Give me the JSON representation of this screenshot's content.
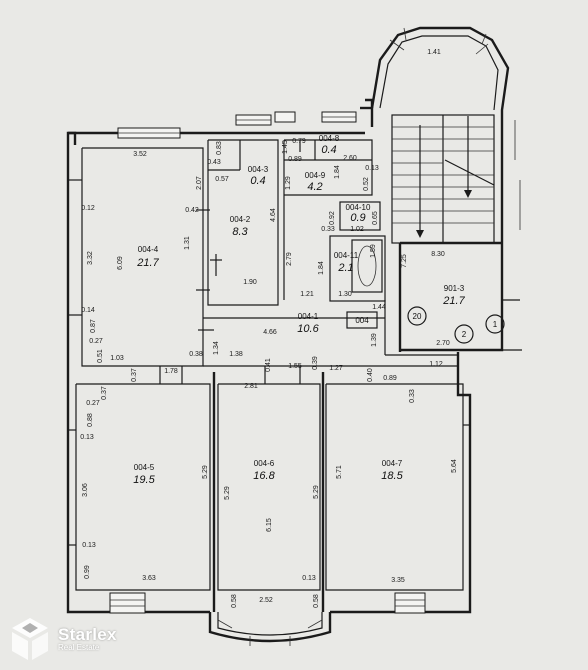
{
  "rooms": [
    {
      "id": "004-4",
      "area": "21.7"
    },
    {
      "id": "004-3",
      "area": "0.4"
    },
    {
      "id": "004-2",
      "area": "8.3"
    },
    {
      "id": "004-8",
      "area": "0.4"
    },
    {
      "id": "004-9",
      "area": "4.2"
    },
    {
      "id": "004-10",
      "area": "0.9"
    },
    {
      "id": "004-11",
      "area": "2.1"
    },
    {
      "id": "004-1",
      "area": "10.6"
    },
    {
      "id": "901-3",
      "area": "21.7"
    },
    {
      "id": "004-5",
      "area": "19.5"
    },
    {
      "id": "004-6",
      "area": "16.8"
    },
    {
      "id": "004-7",
      "area": "18.5"
    }
  ],
  "dimensions": [
    "1.41",
    "3.52",
    "0.83",
    "0.43",
    "2.07",
    "0.57",
    "1.45",
    "0.79",
    "0.89",
    "2.60",
    "0.12",
    "1.29",
    "1.84",
    "0.13",
    "0.52",
    "0.42",
    "4.64",
    "0.92",
    "1.02",
    "0.33",
    "0.65",
    "3.32",
    "6.09",
    "1.31",
    "2.79",
    "1.59",
    "7.25",
    "8.30",
    "1.84",
    "1.30",
    "1.90",
    "1.21",
    "1.44",
    "0.14",
    "0.87",
    "0.27",
    "1.34",
    "4.66",
    "1.39",
    "2.70",
    "0.51",
    "1.03",
    "0.38",
    "1.38",
    "0.41",
    "1.55",
    "0.39",
    "1.27",
    "0.40",
    "1.12",
    "0.37",
    "0.37",
    "1.78",
    "2.81",
    "0.89",
    "0.33",
    "0.27",
    "0.88",
    "0.13",
    "5.29",
    "5.71",
    "5.64",
    "3.06",
    "5.29",
    "6.15",
    "5.29",
    "0.13",
    "0.99",
    "3.63",
    "0.13",
    "3.35",
    "0.58",
    "2.52",
    "0.58"
  ],
  "markers": {
    "unit_box": "004",
    "circle_a": "20",
    "circle_b": "2",
    "circle_c": "1"
  },
  "logo": {
    "name": "Starlex",
    "sub": "Real Estate"
  }
}
